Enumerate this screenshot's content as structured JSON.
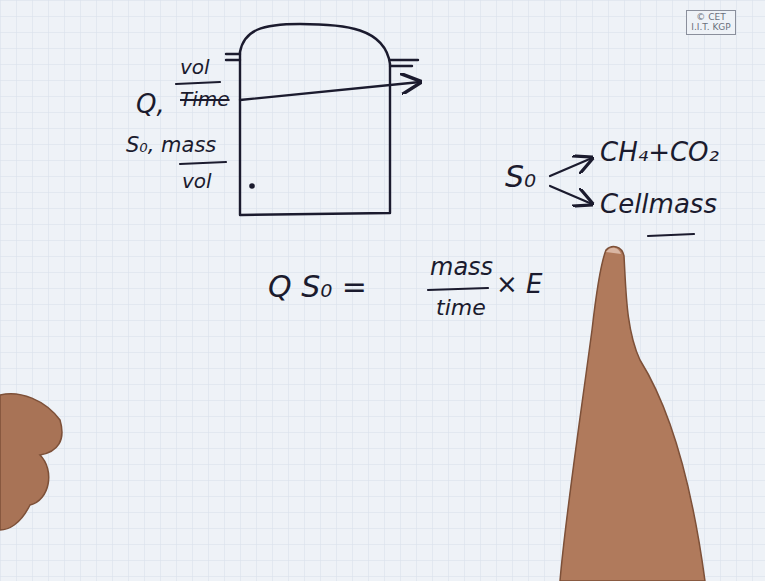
{
  "diagram": {
    "labels": [
      "© CET I.I.T. KGP",
      "Q,",
      "vol",
      "Time",
      "S₀, mass",
      "vol",
      "S₀",
      "CH₄+CO₂",
      "Cellmass",
      "Q S₀ =",
      "mass",
      "time",
      "× E"
    ]
  }
}
